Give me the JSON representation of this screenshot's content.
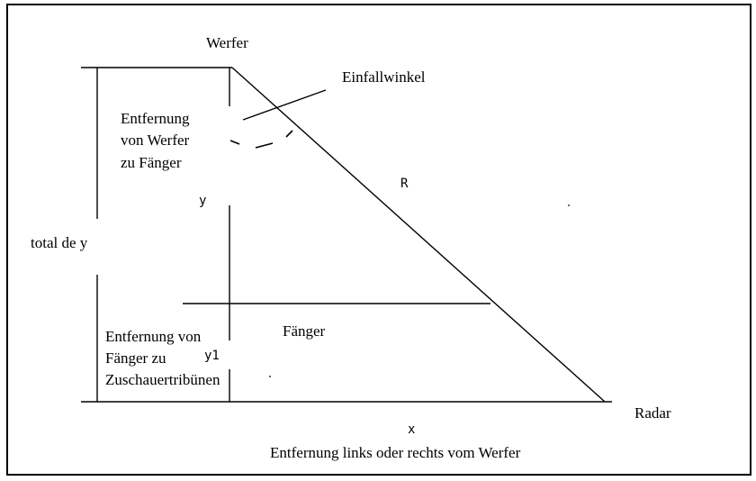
{
  "labels": {
    "werfer": "Werfer",
    "einfallwinkel": "Einfallwinkel",
    "dist_werfer_faenger": [
      "Entfernung",
      "von Werfer",
      "zu Fänger"
    ],
    "r": "R",
    "y": "y",
    "total_y": "total de y",
    "faenger": "Fänger",
    "dist_faenger_tribuene": [
      "Entfernung von",
      "Fänger zu",
      "Zuschauertribünen"
    ],
    "y1": "y1",
    "radar": "Radar",
    "x": "x",
    "dist_x": "Entfernung links oder rechts vom Werfer"
  }
}
